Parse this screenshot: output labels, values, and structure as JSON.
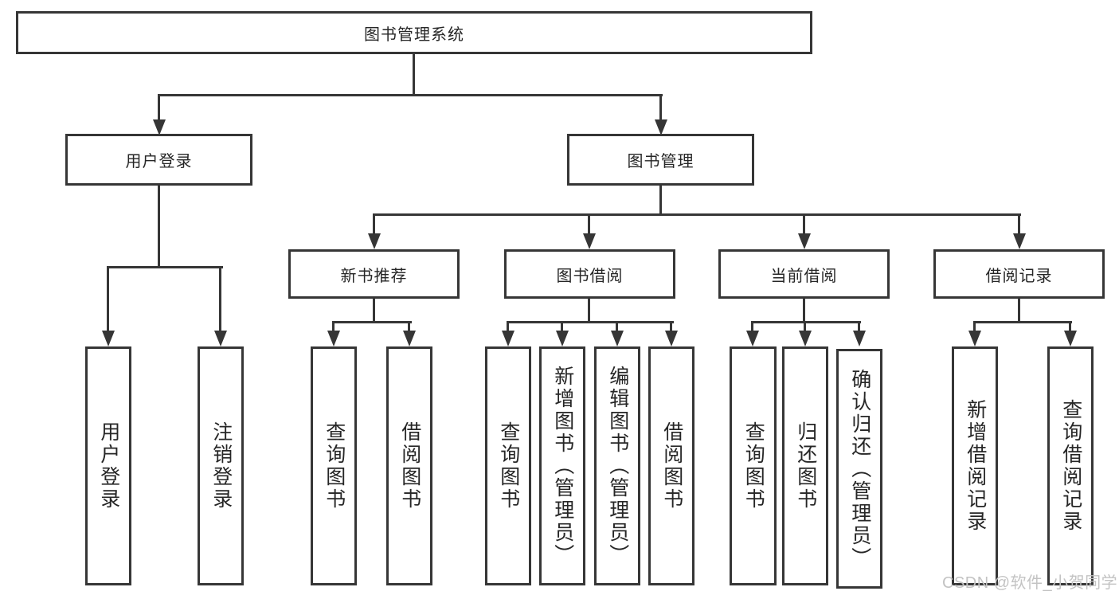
{
  "nodes": {
    "root": {
      "label": "图书管理系统"
    },
    "user_login": {
      "label": "用户登录"
    },
    "book_management": {
      "label": "图书管理"
    },
    "new_book_recommend": {
      "label": "新书推荐"
    },
    "book_borrowing": {
      "label": "图书借阅"
    },
    "current_borrowing": {
      "label": "当前借阅"
    },
    "borrow_records": {
      "label": "借阅记录"
    },
    "leaf_user_login": {
      "label": "用户登录"
    },
    "leaf_logout": {
      "label": "注销登录"
    },
    "leaf_nb_query_books": {
      "label": "查询图书"
    },
    "leaf_nb_borrow_books": {
      "label": "借阅图书"
    },
    "leaf_bb_query_books": {
      "label": "查询图书"
    },
    "leaf_bb_add_books_admin": {
      "label": "新增图书（管理员）"
    },
    "leaf_bb_edit_books_admin": {
      "label": "编辑图书（管理员）"
    },
    "leaf_bb_borrow_books": {
      "label": "借阅图书"
    },
    "leaf_cb_query_books": {
      "label": "查询图书"
    },
    "leaf_cb_return_books": {
      "label": "归还图书"
    },
    "leaf_cb_confirm_return_admin": {
      "label": "确认归还（管理员）"
    },
    "leaf_br_add_record": {
      "label": "新增借阅记录"
    },
    "leaf_br_query_record": {
      "label": "查询借阅记录"
    }
  },
  "watermark": "CSDN @软件_小贺同学",
  "colors": {
    "line": "#363636",
    "text": "#262626",
    "watermark": "#c3c3c3",
    "background": "#ffffff"
  }
}
